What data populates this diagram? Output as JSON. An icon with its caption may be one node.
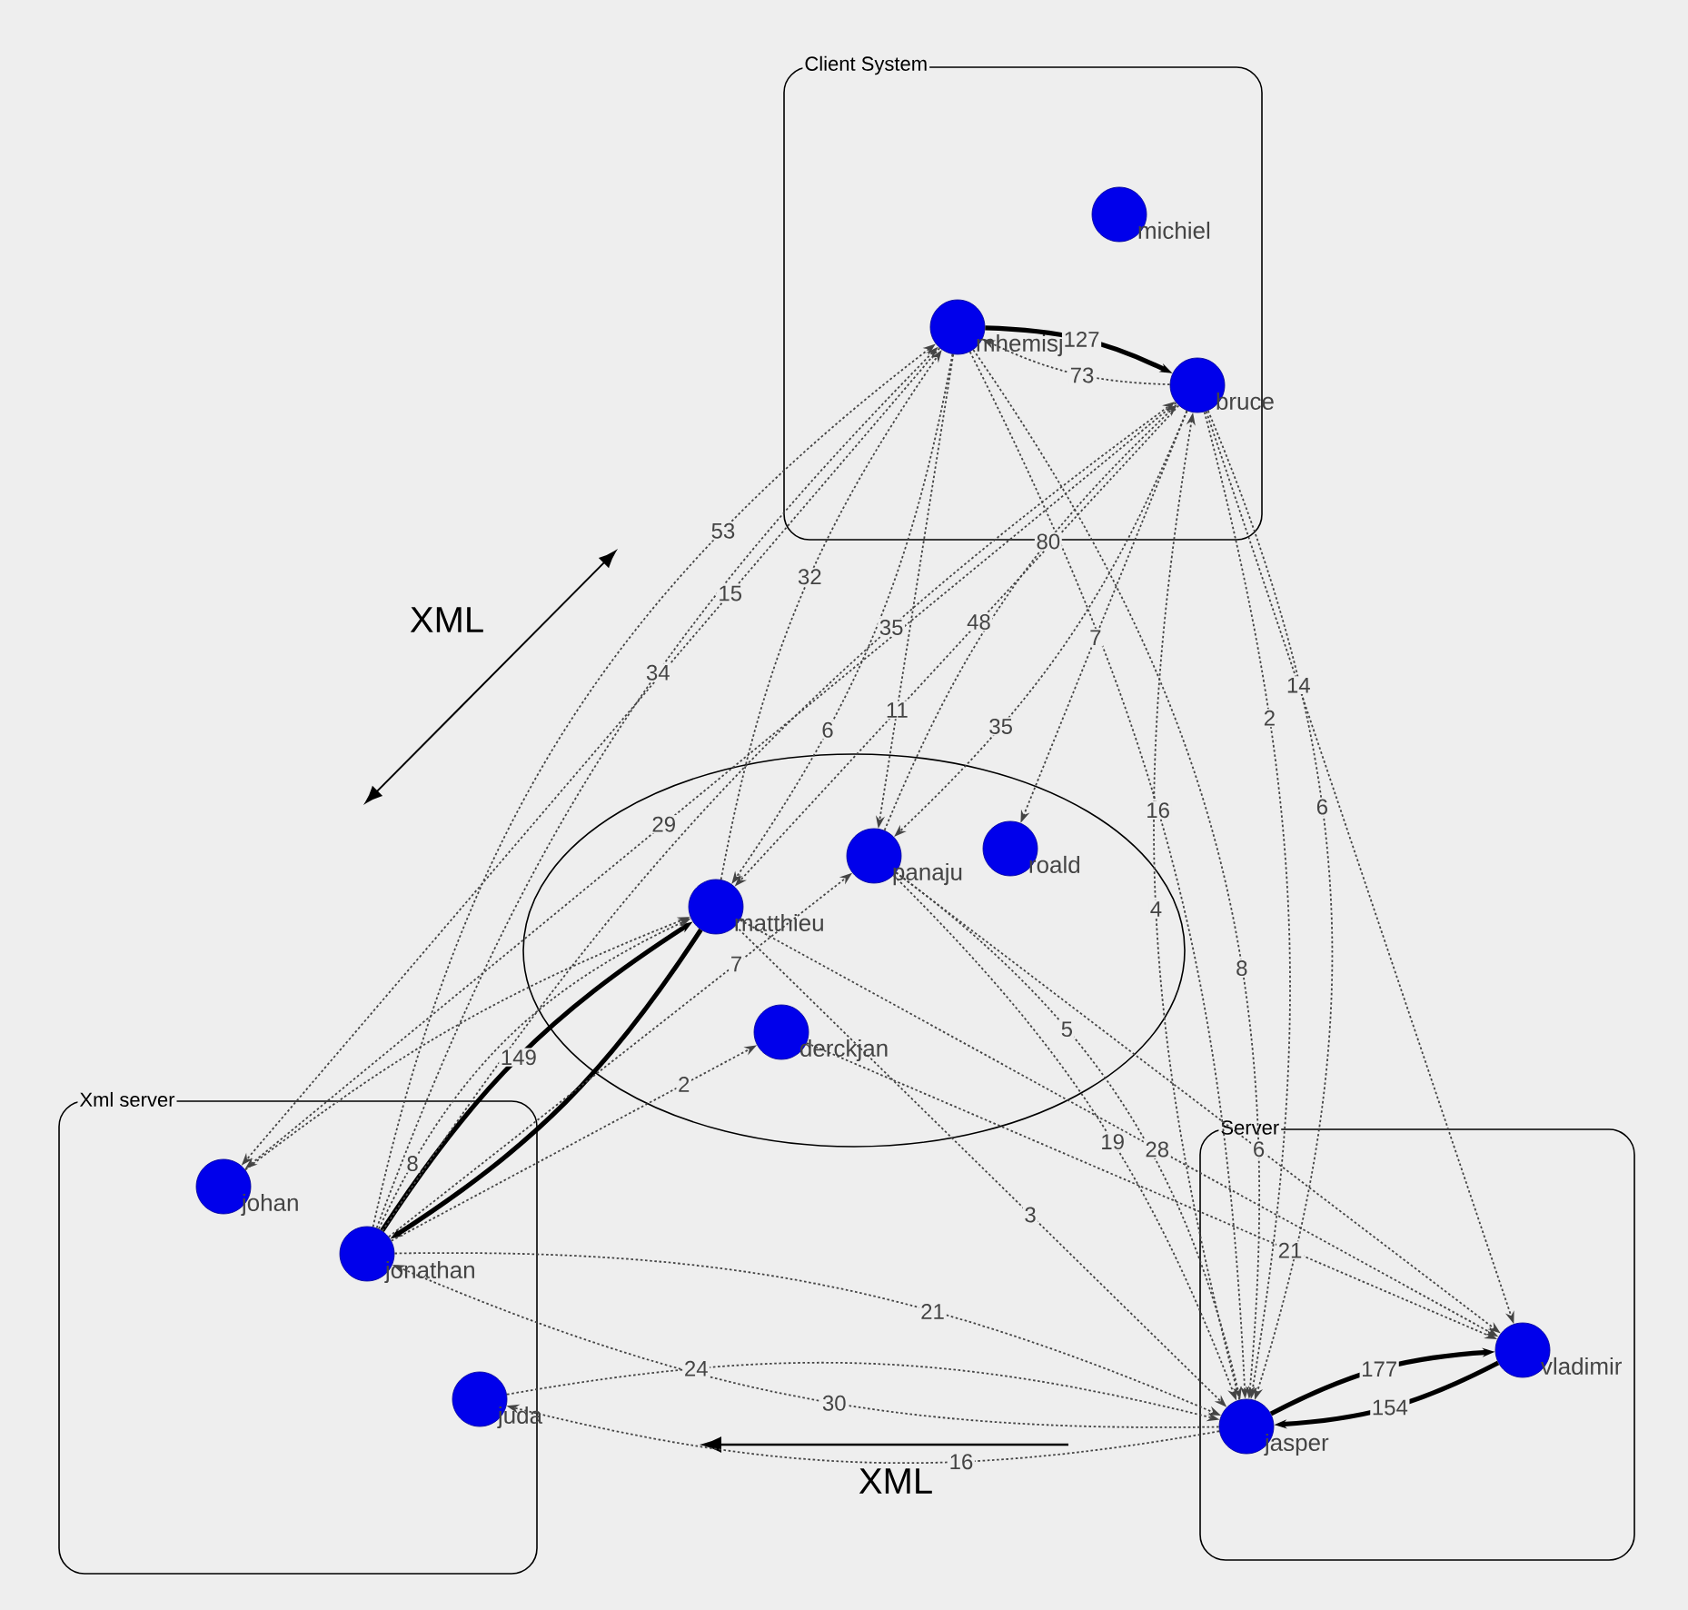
{
  "diagram": {
    "nodes": [
      {
        "text": [
          "Client System"
        ]
      },
      {
        "text": [],
        "shape": "circle",
        "beside": [
          "michiel"
        ],
        "in": 0
      },
      {
        "text": [],
        "shape": "circle",
        "beside": [
          "mhemisj"
        ],
        "in": 0
      },
      {
        "text": [],
        "shape": "circle",
        "beside": [
          "bruce"
        ],
        "in": 0
      },
      {
        "text": [],
        "shape": "ellipse"
      },
      {
        "text": [],
        "shape": "circle",
        "beside": [
          "matthieu"
        ],
        "in": 4
      },
      {
        "text": [],
        "shape": "circle",
        "beside": [
          "panaju"
        ],
        "in": 4
      },
      {
        "text": [],
        "shape": "circle",
        "beside": [
          "roald"
        ],
        "in": 4
      },
      {
        "text": [],
        "shape": "circle",
        "beside": [
          "derckjan"
        ],
        "in": 4
      },
      {
        "text": [
          "Xml server"
        ]
      },
      {
        "text": [],
        "shape": "circle",
        "beside": [
          "johan"
        ],
        "in": 9
      },
      {
        "text": [],
        "shape": "circle",
        "beside": [
          "jonathan"
        ],
        "in": 9
      },
      {
        "text": [],
        "shape": "circle",
        "beside": [
          "juda"
        ],
        "in": 9
      },
      {
        "text": [
          "Server"
        ]
      },
      {
        "text": [],
        "shape": "circle",
        "beside": [
          "jasper"
        ],
        "in": 13
      },
      {
        "text": [],
        "shape": "circle",
        "beside": [
          "vladimir"
        ],
        "in": 13
      }
    ],
    "edges": [
      {
        "from": 2,
        "to": 3,
        "arrow": "to",
        "label": "127",
        "style": "thick"
      },
      {
        "from": 3,
        "to": 2,
        "arrow": "to",
        "label": "73",
        "style": "dashed"
      },
      {
        "from": 14,
        "to": 15,
        "arrow": "to",
        "label": "177",
        "style": "thick"
      },
      {
        "from": 15,
        "to": 14,
        "arrow": "to",
        "label": "154",
        "style": "thick"
      },
      {
        "from": 11,
        "to": 5,
        "arrow": "to",
        "label": "149",
        "style": "thick"
      },
      {
        "from": 5,
        "to": 11,
        "arrow": "to",
        "style": "thick"
      },
      {
        "from": 2,
        "to": 10,
        "arrow": "to",
        "label": "15",
        "style": "dashed"
      },
      {
        "from": 3,
        "to": 10,
        "arrow": "to",
        "label": "29",
        "style": "dashed"
      },
      {
        "from": 11,
        "to": 2,
        "arrow": "to",
        "label": "34",
        "style": "dashed"
      },
      {
        "from": 11,
        "to": 2,
        "arrow": "to",
        "label": "53",
        "style": "dashed"
      },
      {
        "from": 2,
        "to": 5,
        "arrow": "to",
        "label": "6",
        "style": "dashed"
      },
      {
        "from": 11,
        "to": 3,
        "arrow": "to",
        "label": "35",
        "style": "dashed"
      },
      {
        "from": 5,
        "to": 2,
        "arrow": "to",
        "label": "32",
        "style": "dashed"
      },
      {
        "from": 2,
        "to": 6,
        "arrow": "to",
        "label": "11",
        "style": "dashed"
      },
      {
        "from": 2,
        "to": 14,
        "arrow": "to",
        "label": "16",
        "style": "dashed"
      },
      {
        "from": 6,
        "to": 3,
        "arrow": "to",
        "label": "80",
        "style": "dashed"
      },
      {
        "from": 3,
        "to": 6,
        "arrow": "to",
        "label": "35",
        "style": "dashed"
      },
      {
        "from": 3,
        "to": 5,
        "arrow": "to",
        "label": "48",
        "style": "dashed"
      },
      {
        "from": 3,
        "to": 7,
        "arrow": "to",
        "label": "7",
        "style": "dashed"
      },
      {
        "from": 3,
        "to": 14,
        "arrow": "to",
        "label": "2",
        "style": "dashed"
      },
      {
        "from": 3,
        "to": 15,
        "arrow": "to",
        "label": "14",
        "style": "dashed"
      },
      {
        "from": 14,
        "to": 3,
        "arrow": "to",
        "label": "4",
        "style": "dashed"
      },
      {
        "from": 3,
        "to": 14,
        "arrow": "to",
        "label": "6",
        "style": "dashed"
      },
      {
        "from": 11,
        "to": 6,
        "arrow": "to",
        "label": "7",
        "style": "dashed"
      },
      {
        "from": 11,
        "to": 8,
        "arrow": "to",
        "label": "2",
        "style": "dashed"
      },
      {
        "from": 11,
        "to": 5,
        "arrow": "to",
        "label": "8",
        "style": "dashed"
      },
      {
        "from": 10,
        "to": 5,
        "arrow": "to",
        "style": "dashed"
      },
      {
        "from": 5,
        "to": 14,
        "arrow": "to",
        "label": "3",
        "style": "dashed"
      },
      {
        "from": 6,
        "to": 14,
        "arrow": "to",
        "label": "19",
        "style": "dashed"
      },
      {
        "from": 6,
        "to": 14,
        "arrow": "to",
        "label": "5",
        "style": "dashed"
      },
      {
        "from": 2,
        "to": 14,
        "arrow": "to",
        "label": "8",
        "style": "dashed"
      },
      {
        "from": 5,
        "to": 15,
        "arrow": "to",
        "label": "28",
        "style": "dashed"
      },
      {
        "from": 8,
        "to": 15,
        "arrow": "to",
        "label": "21",
        "style": "dashed"
      },
      {
        "from": 6,
        "to": 15,
        "arrow": "to",
        "label": "6",
        "style": "dashed"
      },
      {
        "from": 14,
        "to": 11,
        "arrow": "to",
        "label": "30",
        "style": "dashed"
      },
      {
        "from": 14,
        "to": 12,
        "arrow": "to",
        "label": "16",
        "style": "dashed"
      },
      {
        "from": 11,
        "to": 14,
        "arrow": "to",
        "label": "21",
        "style": "dashed"
      },
      {
        "from": 12,
        "to": 14,
        "arrow": "to",
        "label": "24",
        "style": "dashed"
      }
    ],
    "labels": [
      "XML",
      "XML"
    ]
  }
}
